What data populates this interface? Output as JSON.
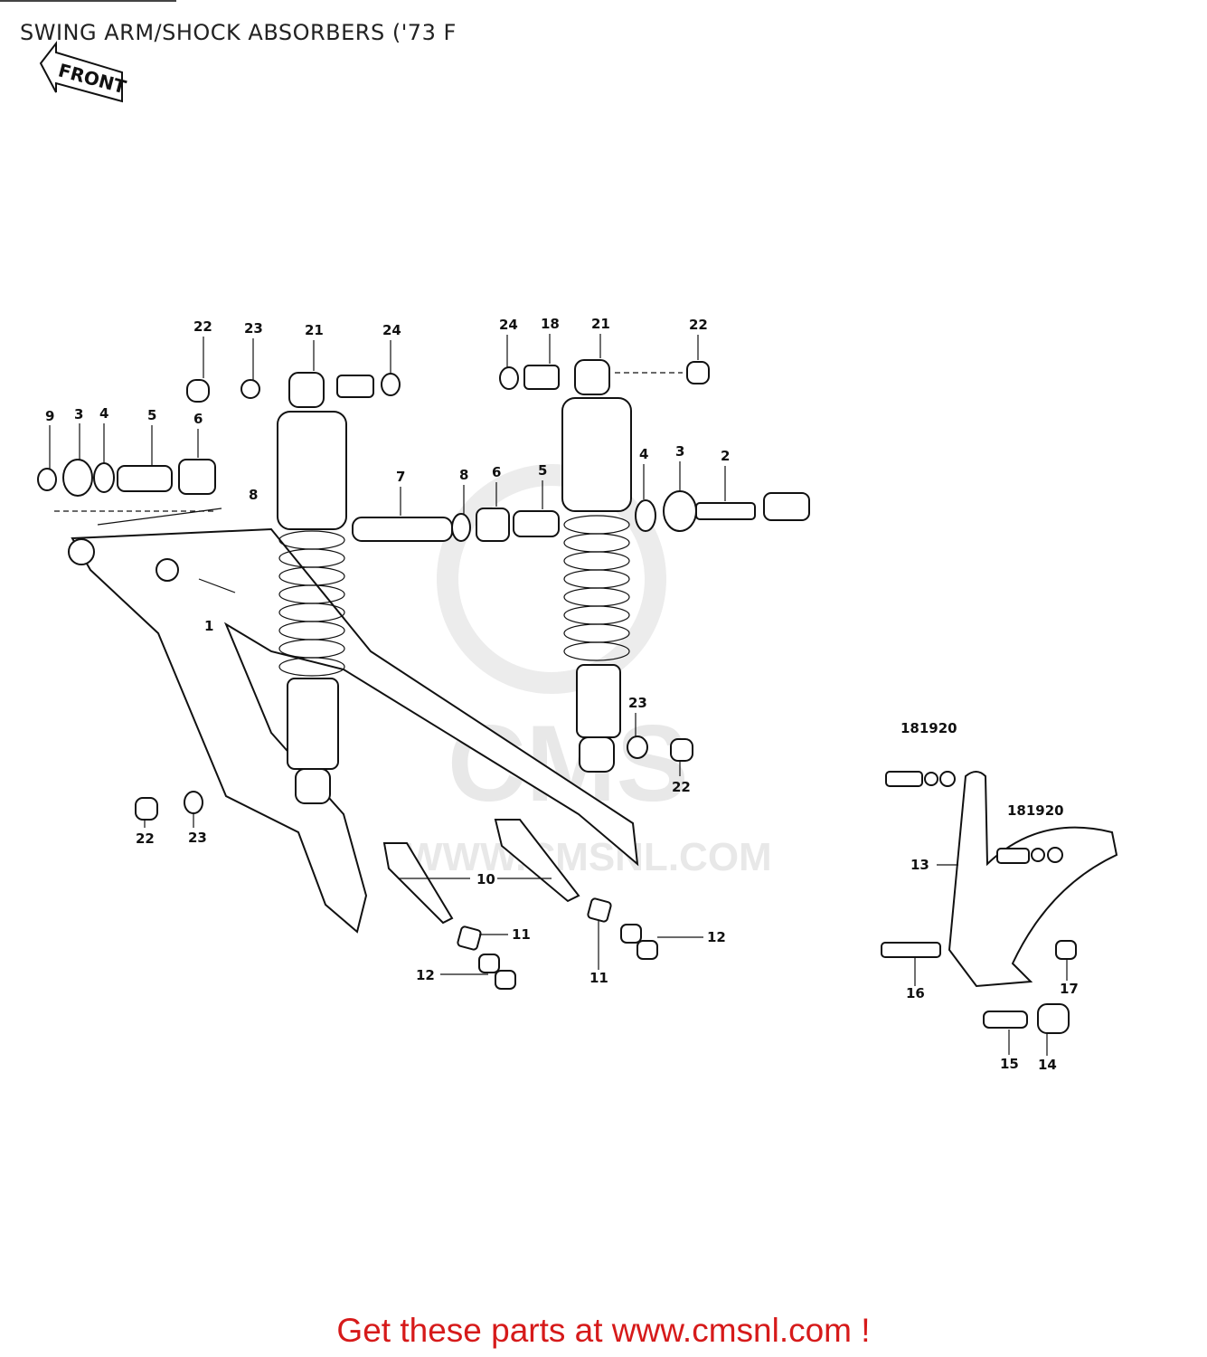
{
  "header": {
    "title": "SWING ARM/SHOCK ABSORBERS ('73 F"
  },
  "front_arrow": {
    "label": "FRONT"
  },
  "watermark": {
    "text": "WWW.CMSNL.COM",
    "logo": "CMS"
  },
  "callouts": [
    {
      "id": "c-22a",
      "text": "22"
    },
    {
      "id": "c-23a",
      "text": "23"
    },
    {
      "id": "c-21a",
      "text": "21"
    },
    {
      "id": "c-24a",
      "text": "24"
    },
    {
      "id": "c-24b",
      "text": "24"
    },
    {
      "id": "c-18a",
      "text": "18"
    },
    {
      "id": "c-21b",
      "text": "21"
    },
    {
      "id": "c-22b",
      "text": "22"
    },
    {
      "id": "c-9",
      "text": "9"
    },
    {
      "id": "c-3a",
      "text": "3"
    },
    {
      "id": "c-4a",
      "text": "4"
    },
    {
      "id": "c-5a",
      "text": "5"
    },
    {
      "id": "c-6a",
      "text": "6"
    },
    {
      "id": "c-8a",
      "text": "8"
    },
    {
      "id": "c-7",
      "text": "7"
    },
    {
      "id": "c-8b",
      "text": "8"
    },
    {
      "id": "c-6b",
      "text": "6"
    },
    {
      "id": "c-5b",
      "text": "5"
    },
    {
      "id": "c-4b",
      "text": "4"
    },
    {
      "id": "c-3b",
      "text": "3"
    },
    {
      "id": "c-2",
      "text": "2"
    },
    {
      "id": "c-1",
      "text": "1"
    },
    {
      "id": "c-23b",
      "text": "23"
    },
    {
      "id": "c-22c",
      "text": "22"
    },
    {
      "id": "c-22d",
      "text": "22"
    },
    {
      "id": "c-23c",
      "text": "23"
    },
    {
      "id": "c-10",
      "text": "10"
    },
    {
      "id": "c-11a",
      "text": "11"
    },
    {
      "id": "c-12a",
      "text": "12"
    },
    {
      "id": "c-11b",
      "text": "11"
    },
    {
      "id": "c-12b",
      "text": "12"
    },
    {
      "id": "c-181920a",
      "text": "181920"
    },
    {
      "id": "c-181920b",
      "text": "181920"
    },
    {
      "id": "c-13",
      "text": "13"
    },
    {
      "id": "c-16",
      "text": "16"
    },
    {
      "id": "c-17",
      "text": "17"
    },
    {
      "id": "c-15",
      "text": "15"
    },
    {
      "id": "c-14",
      "text": "14"
    }
  ],
  "footer": {
    "text": "Get these parts at www.cmsnl.com !"
  },
  "colors": {
    "footer": "#d61a1a",
    "ink": "#111111",
    "watermark": "#e8e8e8"
  }
}
